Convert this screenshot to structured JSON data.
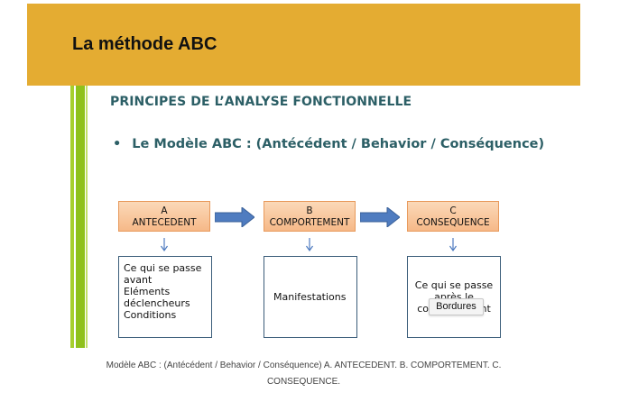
{
  "header": {
    "title": "La méthode ABC"
  },
  "slide": {
    "heading": "PRINCIPES DE L’ANALYSE FONCTIONNELLE",
    "bullet_symbol": "•",
    "bullet": "Le Modèle ABC : (Antécédent / Behavior / Conséquence)",
    "stages": [
      {
        "letter": "A",
        "label": "ANTECEDENT",
        "details": [
          "Ce qui se passe",
          "avant",
          "Eléments",
          "déclencheurs",
          "Conditions"
        ]
      },
      {
        "letter": "B",
        "label": "COMPORTEMENT",
        "details": [
          "Manifestations"
        ]
      },
      {
        "letter": "C",
        "label": "CONSEQUENCE",
        "details": [
          "Ce qui se passe",
          "après le",
          "comportement"
        ]
      }
    ],
    "colors": {
      "stage_fill": "#f6b988",
      "arrow_fill": "#4f7cc0",
      "heading_color": "#2c5f66",
      "accent": "#8fc11b"
    }
  },
  "tooltip": {
    "text": "Bordures"
  },
  "caption": "Modèle ABC : (Antécédent / Behavior / Conséquence) A. ANTECEDENT. B. COMPORTEMENT. C. CONSEQUENCE."
}
